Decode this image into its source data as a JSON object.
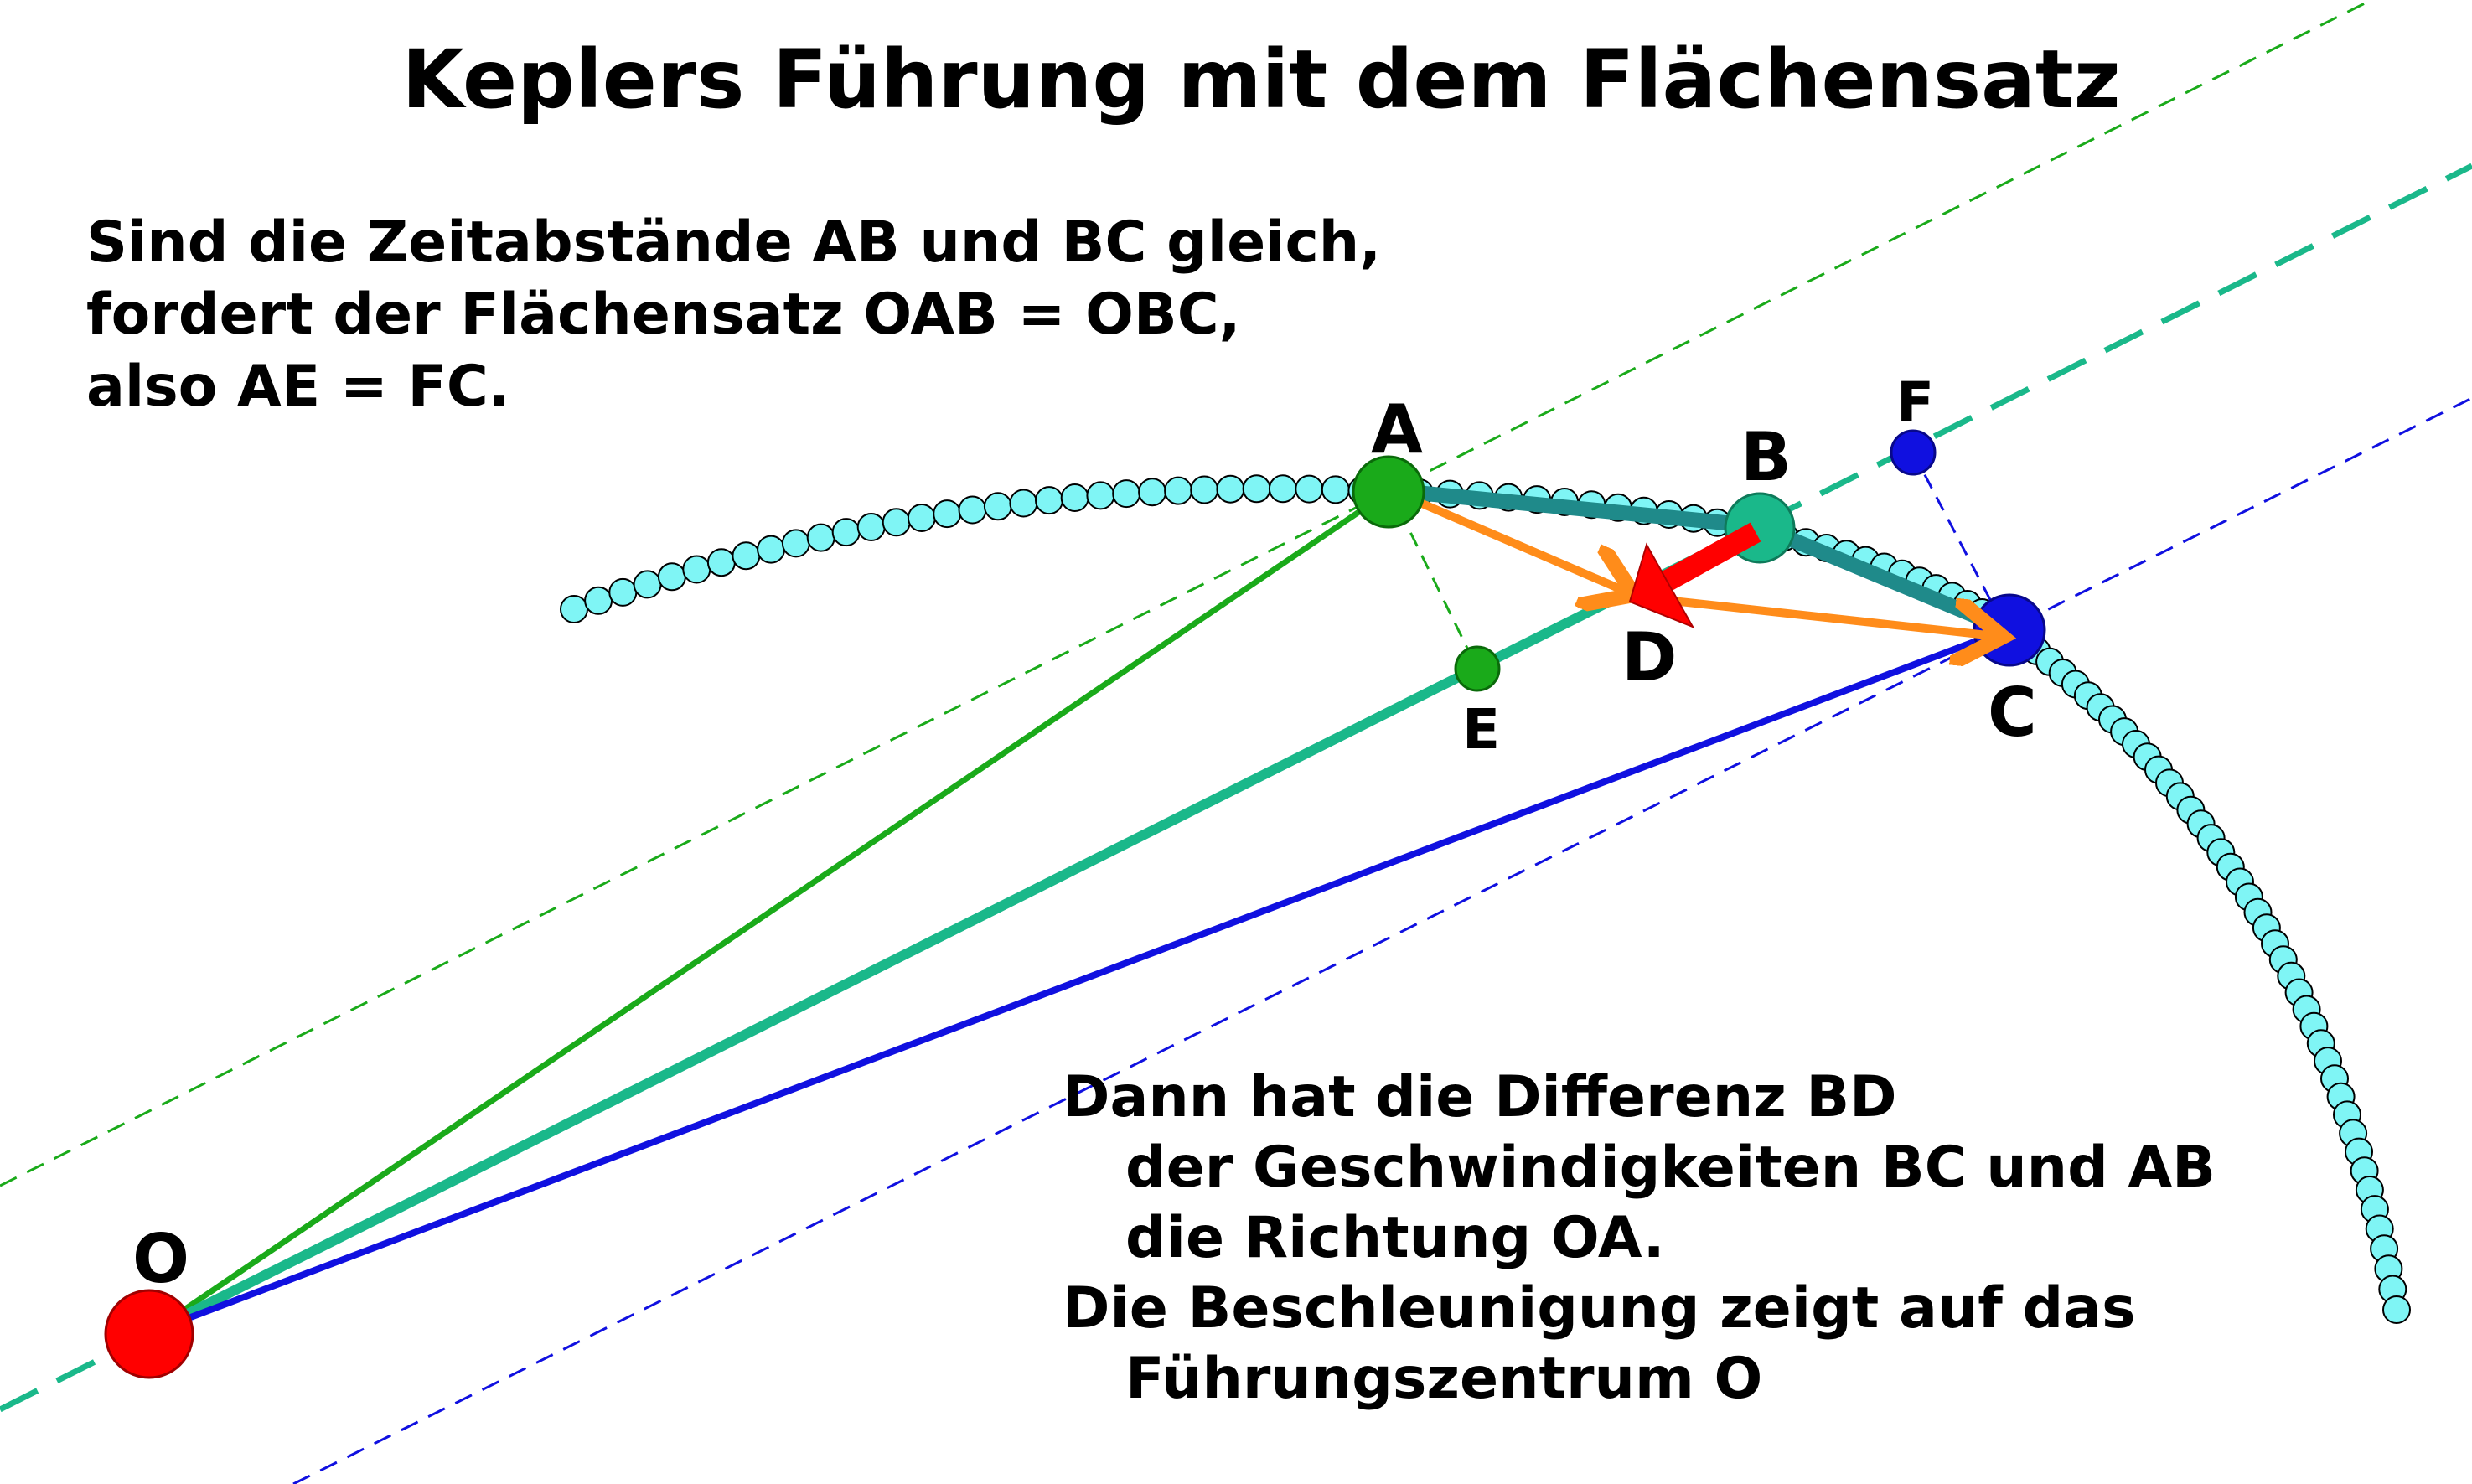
{
  "title": "Keplers Führung mit dem Flächensatz",
  "intro": {
    "lines": [
      "Sind die Zeitabstände AB und BC gleich,",
      "fordert der Flächensatz OAB = OBC,",
      "also AE = FC."
    ]
  },
  "conclusion": {
    "lines": [
      "Dann hat die Differenz BD",
      "der Geschwindigkeiten BC und AB",
      "die Richtung OA.",
      "Die Beschleunigung zeigt auf das",
      "Führungszentrum O"
    ]
  },
  "points": {
    "O": "O",
    "A": "A",
    "B": "B",
    "C": "C",
    "D": "D",
    "E": "E",
    "F": "F"
  },
  "colors": {
    "orbit": "#7ff5f5",
    "center": "#ff0000",
    "point_A": "#1aaa1a",
    "point_B": "#1ab88a",
    "point_C": "#1010e0",
    "velocity": "#ff8c1a",
    "difference": "#ff0000",
    "chord": "#1f8a8a",
    "line_OA": "#1aaa1a",
    "line_OB": "#1ab88a",
    "line_OC": "#1010e0"
  }
}
